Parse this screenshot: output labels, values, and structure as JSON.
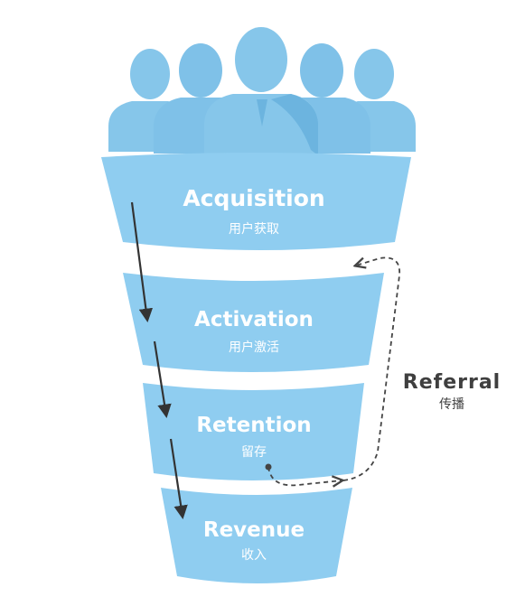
{
  "colors": {
    "funnel": "#8fcdf0",
    "funnel_edge": "#7cbde3",
    "people": "#86c6ea",
    "people_dark": "#6cb4df",
    "text_on_funnel": "#ffffff",
    "arrow": "#333333",
    "label": "#3f3f3f"
  },
  "stages": [
    {
      "title": "Acquisition",
      "subtitle": "用户获取"
    },
    {
      "title": "Activation",
      "subtitle": "用户激活"
    },
    {
      "title": "Retention",
      "subtitle": "留存"
    },
    {
      "title": "Revenue",
      "subtitle": "收入"
    }
  ],
  "referral": {
    "title": "Referral",
    "subtitle": "传播"
  },
  "icons": {
    "people": "people-group-icon"
  }
}
